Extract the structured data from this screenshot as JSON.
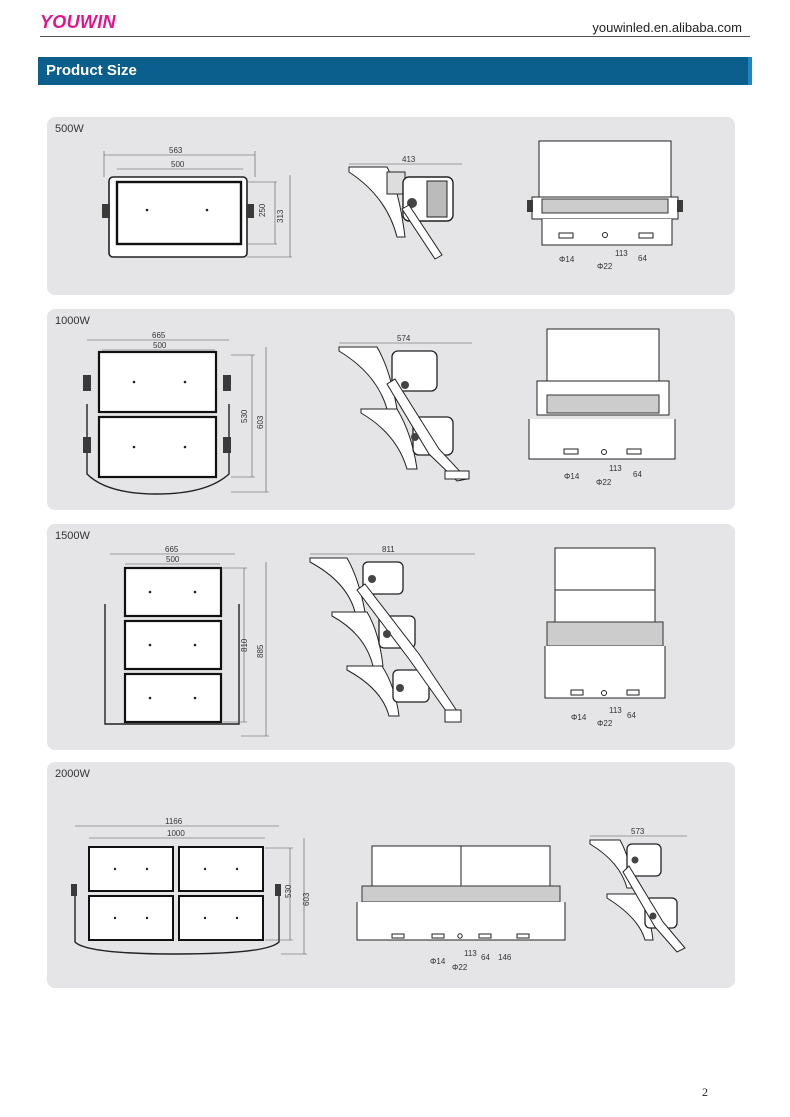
{
  "header": {
    "brand": "YOUWIN",
    "site": "youwinled.en.alibaba.com"
  },
  "section": {
    "title": "Product Size"
  },
  "panels": [
    {
      "label": "500W",
      "front": {
        "outer_width": "563",
        "inner_width": "500",
        "height_inner": "250",
        "height_outer": "313"
      },
      "side": {
        "depth": "413"
      },
      "back": {
        "hole_a": "Φ14",
        "hole_b": "Φ22",
        "pitch": "113",
        "slot": "64"
      }
    },
    {
      "label": "1000W",
      "front": {
        "outer_width": "665",
        "inner_width": "500",
        "height_inner": "530",
        "height_outer": "603"
      },
      "side": {
        "depth": "574"
      },
      "back": {
        "hole_a": "Φ14",
        "hole_b": "Φ22",
        "pitch": "113",
        "slot": "64"
      }
    },
    {
      "label": "1500W",
      "front": {
        "outer_width": "665",
        "inner_width": "500",
        "height_inner": "810",
        "height_outer": "885"
      },
      "side": {
        "depth": "811"
      },
      "back": {
        "hole_a": "Φ14",
        "hole_b": "Φ22",
        "pitch": "113",
        "slot": "64"
      }
    },
    {
      "label": "2000W",
      "front": {
        "outer_width": "1166",
        "inner_width": "1000",
        "height_inner": "530",
        "height_outer": "603"
      },
      "back": {
        "hole_a": "Φ14",
        "hole_b": "Φ22",
        "pitch": "113",
        "slot": "64",
        "slot2": "146"
      },
      "side": {
        "depth": "573"
      }
    }
  ],
  "footer": {
    "page_number": "2"
  }
}
